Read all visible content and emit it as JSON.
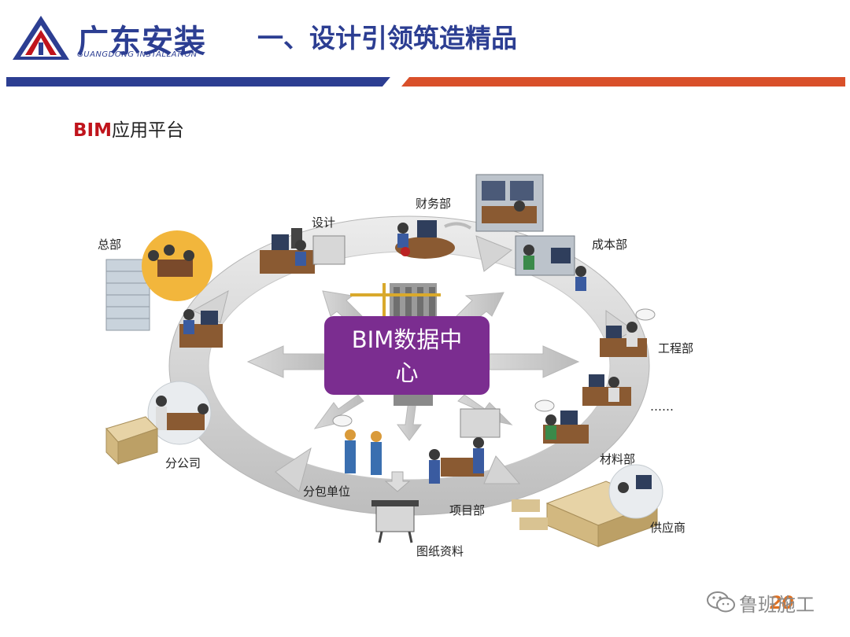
{
  "header": {
    "logo_cn": "广东安装",
    "logo_en": "GUANGDONG INSTALLATION",
    "title": "一、设计引领筑造精品"
  },
  "section": {
    "prefix": "BIM",
    "suffix": "应用平台"
  },
  "diagram": {
    "center": {
      "line1": "BIM数据中",
      "line2": "心"
    },
    "nodes": [
      {
        "id": "hq",
        "label": "总部"
      },
      {
        "id": "design",
        "label": "设计"
      },
      {
        "id": "finance",
        "label": "财务部"
      },
      {
        "id": "cost",
        "label": "成本部"
      },
      {
        "id": "engineering",
        "label": "工程部"
      },
      {
        "id": "more",
        "label": "……"
      },
      {
        "id": "materials",
        "label": "材料部"
      },
      {
        "id": "supplier",
        "label": "供应商"
      },
      {
        "id": "project",
        "label": "项目部"
      },
      {
        "id": "drawings",
        "label": "图纸资料"
      },
      {
        "id": "subcontract",
        "label": "分包单位"
      },
      {
        "id": "branch",
        "label": "分公司"
      }
    ]
  },
  "watermark": {
    "text": "鲁班施工",
    "icon": "wechat-icon"
  },
  "page_number": "20",
  "colors": {
    "brand_blue": "#2c3e92",
    "brand_red": "#c0141c",
    "center_purple": "#7b2d90",
    "accent_orange": "#d9502a"
  }
}
